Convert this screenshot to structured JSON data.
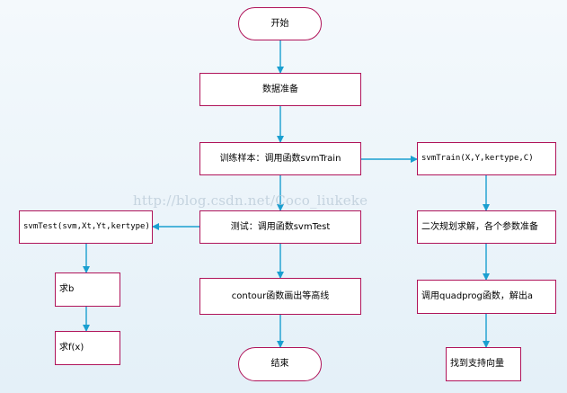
{
  "diagram": {
    "background": "#eef6fb",
    "node_border_color": "#b0145a",
    "arrow_color": "#1a9fd0",
    "nodes": {
      "start": "开始",
      "data_prep": "数据准备",
      "train": "训练样本：调用函数svmTrain",
      "test": "测试：调用函数svmTest",
      "contour": "contour函数画出等高线",
      "end": "结束",
      "svmtrain_call": "svmTrain(X,Y,kertype,C)",
      "qp_prep": "二次规划求解，各个参数准备",
      "quadprog": "调用quadprog函数，解出a",
      "support_vectors": "找到支持向量",
      "svmtest_call": "svmTest(svm,Xt,Yt,kertype)",
      "solve_b": "求b",
      "solve_fx": "求f(x)"
    },
    "watermark": "http://blog.csdn.net/Coco_liukeke"
  }
}
